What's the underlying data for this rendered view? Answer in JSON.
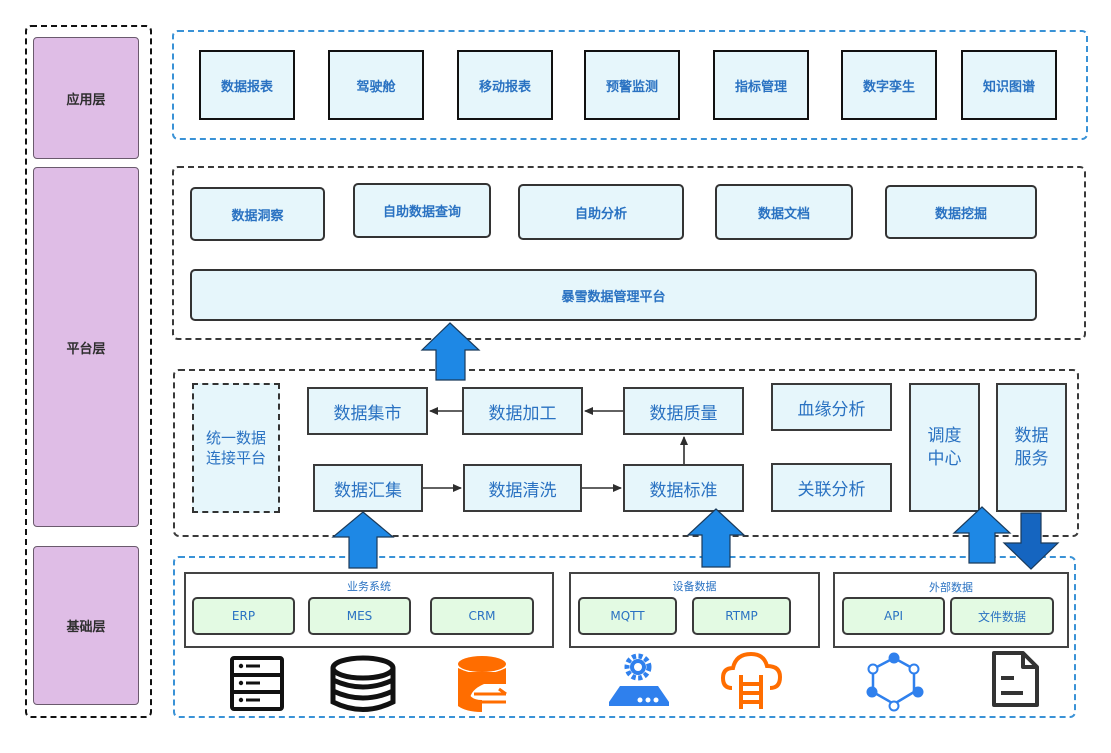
{
  "layers": [
    {
      "label": "应用层"
    },
    {
      "label": "平台层"
    },
    {
      "label": "基础层"
    }
  ],
  "application": {
    "items": [
      "数据报表",
      "驾驶舱",
      "移动报表",
      "预警监测",
      "指标管理",
      "数字孪生",
      "知识图谱"
    ]
  },
  "platform": {
    "items": [
      "数据洞察",
      "自助数据查询",
      "自助分析",
      "数据文档",
      "数据挖掘"
    ],
    "base": "暴雪数据管理平台"
  },
  "processing": {
    "connector": "统一数据连接平台",
    "mart": "数据集市",
    "process": "数据加工",
    "quality": "数据质量",
    "collect": "数据汇集",
    "clean": "数据清洗",
    "standard": "数据标准",
    "lineage": "血缘分析",
    "relation": "关联分析",
    "scheduler": "调度中心",
    "service": "数据服务"
  },
  "foundation": {
    "groups": [
      {
        "title": "业务系统",
        "items": [
          "ERP",
          "MES",
          "CRM"
        ]
      },
      {
        "title": "设备数据",
        "items": [
          "MQTT",
          "RTMP"
        ]
      },
      {
        "title": "外部数据",
        "items": [
          "API",
          "文件数据"
        ]
      }
    ],
    "icons": [
      "server-rack-icon",
      "database-icon",
      "database-sync-icon",
      "device-gear-icon",
      "cloud-ladder-icon",
      "network-ring-icon",
      "document-icon"
    ]
  },
  "colors": {
    "layer_fill": "#dfbde6",
    "box_fill": "#e6f6fb",
    "source_fill": "#e3fae3",
    "text_blue": "#2a72c2",
    "arrow_blue": "#1e88e5",
    "arrow_dark_blue": "#1565c0",
    "icon_orange": "#ff6d00",
    "icon_blue": "#2f80ed"
  }
}
